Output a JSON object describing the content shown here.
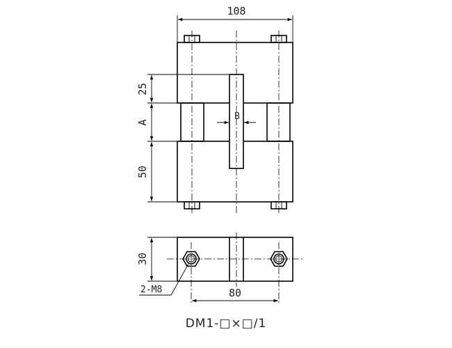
{
  "dimensions": {
    "top_width": "108",
    "upper_height": "25",
    "gap_height": "A",
    "lower_height": "50",
    "slot_width": "B",
    "side_height": "30",
    "hole_spacing": "80",
    "bolt_callout": "2-M8"
  },
  "caption": "DM1-□×□/1"
}
